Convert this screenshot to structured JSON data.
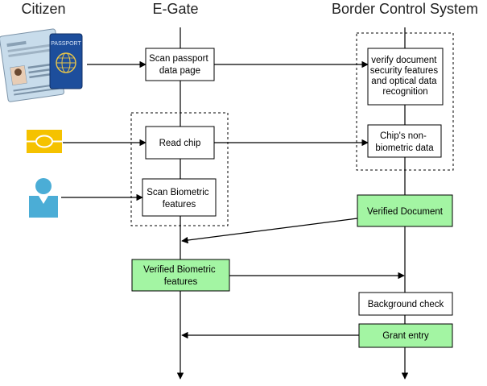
{
  "lanes": {
    "citizen": "Citizen",
    "egate": "E-Gate",
    "border": "Border Control System"
  },
  "passport": {
    "cover_text": "PASSPORT"
  },
  "steps": {
    "scan_passport": [
      "Scan passport",
      "data page"
    ],
    "verify_document": [
      "verify document",
      "security features",
      "and optical data",
      "recognition"
    ],
    "read_chip": [
      "Read chip"
    ],
    "chip_data": [
      "Chip's non-",
      "biometric data"
    ],
    "scan_biometric": [
      "Scan Biometric",
      "features"
    ],
    "verified_document": [
      "Verified Document"
    ],
    "verified_biometric": [
      "Verified Biometric",
      "features"
    ],
    "background_check": [
      "Background check"
    ],
    "grant_entry": [
      "Grant entry"
    ]
  },
  "colors": {
    "highlight": "#a3f5a3",
    "chip_icon": "#f5c200",
    "person_icon": "#4badd6",
    "passport_blue": "#1d4e9c",
    "passport_page": "#c8dceb"
  }
}
